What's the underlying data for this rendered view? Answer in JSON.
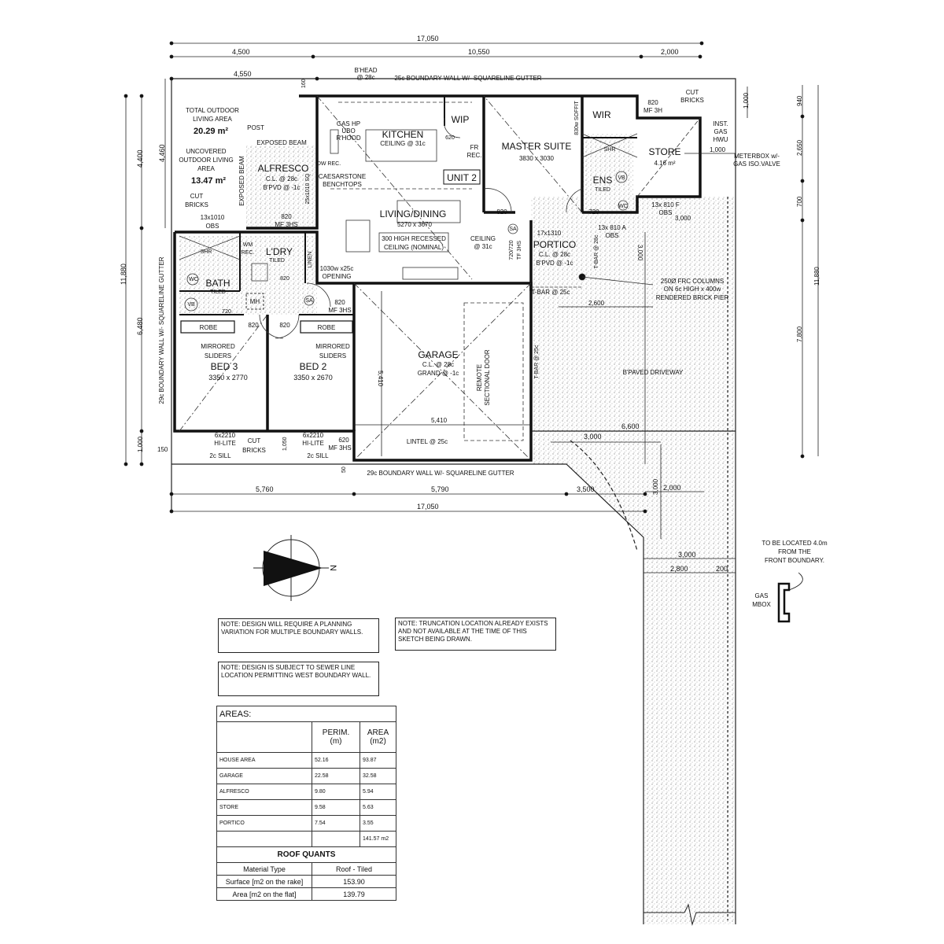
{
  "dimensions": {
    "top_overall": "17,050",
    "top_left": "4,500",
    "top_mid": "10,550",
    "top_right": "2,000",
    "top_left_2": "4,550",
    "top_offset": "160",
    "left_overall": "11,880",
    "left_upper": "4,400",
    "left_mid": "6,480",
    "left_lower": "1,000",
    "left_alfresco": "4,460",
    "left_150": "150",
    "right_1000": "1,000",
    "right_940": "940",
    "right_2650": "2,650",
    "right_700": "700",
    "right_7800": "7,800",
    "right_overall": "11,880",
    "store_1000": "1,000",
    "drive_3000_top": "3,000",
    "drive_3000_v": "3,000",
    "portico_2600": "2,600",
    "garage_5410_v": "5,410",
    "garage_5410_h": "5,410",
    "bottom_1050": "1,050",
    "bottom_50": "50",
    "bottom_left": "5,760",
    "bottom_mid": "5,790",
    "bottom_right": "3,500",
    "bottom_overall": "17,050",
    "drive_6600": "6,600",
    "drive_3000_b": "3,000",
    "trunc_2000": "2,000",
    "trunc_3000_v": "3,000",
    "strip_3000": "3,000",
    "strip_2800": "2,800",
    "strip_200": "200"
  },
  "labels": {
    "bhead": "B'HEAD",
    "bhead2": "@ 28c",
    "top_wall": "25c BOUNDARY WALL W/- SQUARELINE GUTTER",
    "left_wall": "29c BOUNDARY WALL W/- SQUARELINE GUTTER",
    "bottom_wall": "29c BOUNDARY WALL W/- SQUARELINE GUTTER",
    "total_outdoor_1": "TOTAL OUTDOOR",
    "total_outdoor_2": "LIVING AREA",
    "total_outdoor_val": "20.29 m²",
    "uncovered_1": "UNCOVERED",
    "uncovered_2": "OUTDOOR LIVING",
    "uncovered_3": "AREA",
    "uncovered_val": "13.47 m²",
    "post": "POST",
    "exposed_beam": "EXPOSED BEAM",
    "exposed_beam_v": "EXPOSED BEAM",
    "cut_bricks_1": "CUT",
    "cut_bricks_2": "BRICKS",
    "obs_1010_1": "13x1010",
    "obs_1010_2": "OBS",
    "alfresco": "ALFRESCO",
    "alfresco_cl": "C.L. @ 28c",
    "alfresco_bpvd": "B'PVD @ -1c",
    "door_820_mf": "820",
    "door_820_mf2": "MF 3HS",
    "opening_25": "25x1010 SQ",
    "gas_hp": "GAS HP",
    "ubo": "UBO",
    "rhood": "R'HOOD",
    "kitchen": "KITCHEN",
    "kitchen_ceiling": "CEILING @ 31c",
    "caesarstone_1": "CAESARSTONE",
    "caesarstone_2": "BENCHTOPS",
    "dw_rec": "DW REC.",
    "wip": "WIP",
    "wip_door": "620",
    "fr_rec_1": "FR",
    "fr_rec_2": "REC.",
    "unit": "UNIT 2",
    "living": "LIVING/DINING",
    "living_size": "5270 x 3670",
    "recessed_1": "300 HIGH RECESSED",
    "recessed_2": "CEILING (NOMINAL)",
    "ceiling_1": "CEILING",
    "ceiling_2": "@ 31c",
    "tf_720": "720/720",
    "tf_3hs": "TF 3HS",
    "opening_1": "1030w x25c",
    "opening_2": "OPENING",
    "master": "MASTER SUITE",
    "master_size": "3830 x 3030",
    "master_door": "820",
    "soffit": "830w SOFFIT",
    "wir": "WIR",
    "shr": "SHR",
    "ens": "ENS",
    "ens_tiled": "TILED",
    "vb": "VB",
    "wc": "WC",
    "ens_door": "720",
    "store_door_1": "820",
    "store_door_2": "MF 3H",
    "cut_bricks_r1": "CUT",
    "cut_bricks_r2": "BRICKS",
    "inst_1": "INST.",
    "inst_2": "GAS",
    "inst_3": "HWU",
    "store": "STORE",
    "store_area": "4.16 m²",
    "meterbox_1": "METERBOX w/-",
    "meterbox_2": "GAS ISO.VALVE",
    "obs_810f_1": "13x 810 F",
    "obs_810f_2": "OBS",
    "obs_810a_1": "13x 810 A",
    "obs_810a_2": "OBS",
    "portico_size": "17x1310",
    "portico": "PORTICO",
    "portico_cl": "C.L. @ 28c",
    "portico_bpvd": "B'PVD @ -1c",
    "tbar_28": "T-BAR @ 28c",
    "tbar_25": "T-BAR @ 25c",
    "tbar_25v": "T-BAR @ 25c",
    "frc_1": "250Ø FRC COLUMNS",
    "frc_2": "ON 6c HIGH x 400w",
    "frc_3": "RENDERED BRICK PIER",
    "wm_1": "WM",
    "wm_2": "REC.",
    "ldry": "L'DRY",
    "ldry_tiled": "TILED",
    "ldry_door": "820",
    "linen": "LINEN",
    "shr_bath": "SHR",
    "bath": "BATH",
    "bath_tiled": "TILED",
    "bath_door": "720",
    "bath_wc": "WC",
    "bath_tub": "VB",
    "mh": "MH",
    "sa": "SA",
    "sa2": "SA",
    "hall_door_1": "820",
    "hall_door_2": "MF 3HS",
    "robe_1": "ROBE",
    "robe_2": "ROBE",
    "bed3_door": "820",
    "bed2_door": "820",
    "mirrored_1": "MIRRORED",
    "sliders_1": "SLIDERS",
    "mirrored_2": "MIRRORED",
    "sliders_2": "SLIDERS",
    "bed3": "BED 3",
    "bed3_size": "3350 x 2770",
    "bed2": "BED 2",
    "bed2_size": "3350 x 2670",
    "hilite_1a": "6x2210",
    "hilite_1b": "HI-LITE",
    "sill_1": "2c SILL",
    "cut_bricks_b1": "CUT",
    "cut_bricks_b2": "BRICKS",
    "hilite_2a": "6x2210",
    "hilite_2b": "HI-LITE",
    "sill_2": "2c SILL",
    "garage_door_1": "620",
    "garage_door_2": "MF 3HS",
    "garage": "GARAGE",
    "garage_cl": "C.L. @ 28c",
    "garage_grnd": "GRAND @ -1c",
    "remote_1": "REMOTE",
    "remote_2": "SECTIONAL DOOR",
    "lintel": "LINTEL @ 25c",
    "driveway": "B'PAVED DRIVEWAY",
    "north": "N",
    "gas_note_1": "TO BE LOCATED 4.0m",
    "gas_note_2": "FROM THE",
    "gas_note_3": "FRONT BOUNDARY.",
    "gas_mbox_1": "GAS",
    "gas_mbox_2": "MBOX"
  },
  "notes": [
    "NOTE: DESIGN WILL REQUIRE A PLANNING VARIATION FOR MULTIPLE BOUNDARY WALLS.",
    "NOTE: DESIGN IS SUBJECT TO SEWER LINE LOCATION PERMITTING WEST BOUNDARY WALL.",
    "NOTE: TRUNCATION LOCATION ALREADY EXISTS AND NOT AVAILABLE AT THE TIME OF THIS SKETCH BEING DRAWN."
  ],
  "areas_table": {
    "title": "AREAS:",
    "col_perim": "PERIM.",
    "col_perim_unit": "(m)",
    "col_area": "AREA",
    "col_area_unit": "(m2)",
    "rows": [
      {
        "name": "HOUSE AREA",
        "perim": "52.16",
        "area": "93.87"
      },
      {
        "name": "GARAGE",
        "perim": "22.58",
        "area": "32.58"
      },
      {
        "name": "ALFRESCO",
        "perim": "9.80",
        "area": "5.94"
      },
      {
        "name": "STORE",
        "perim": "9.58",
        "area": "5.63"
      },
      {
        "name": "PORTICO",
        "perim": "7.54",
        "area": "3.55"
      }
    ],
    "total": "141.57 m2",
    "roof_title": "ROOF QUANTS",
    "roof_rows": [
      {
        "label": "Material Type",
        "value": "Roof - Tiled"
      },
      {
        "label": "Surface [m2 on the rake]",
        "value": "153.90"
      },
      {
        "label": "Area [m2 on the flat]",
        "value": "139.79"
      }
    ]
  }
}
